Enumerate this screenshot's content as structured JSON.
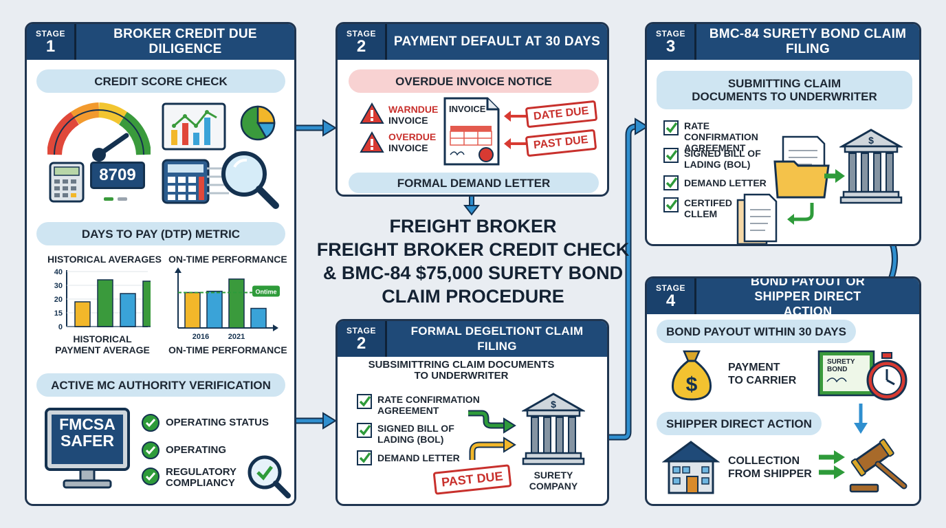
{
  "title": {
    "line1": "FREIGHT BROKER",
    "line2": "FREIGHT BROKER CREDIT CHECK",
    "line3": "& BMC-84 $75,000 SURETY BOND",
    "line4": "CLAIM PROCEDURE"
  },
  "colors": {
    "navy": "#1f4a78",
    "pill_blue": "#cfe5f2",
    "pill_red": "#f8d2d2",
    "stamp_red": "#c8302c",
    "check_green": "#2e9b3a",
    "arrow_blue": "#2f8fcf"
  },
  "panel1": {
    "stage_word": "STAGE",
    "stage_num": "1",
    "title": "BROKER CREDIT DUE DILIGENCE",
    "pill_credit": "CREDIT SCORE CHECK",
    "score": "8709",
    "pill_dtp": "DAYS TO PAY (DTP) METRIC",
    "hist_title": "HISTORICAL AVERAGES",
    "ontime_title": "ON-TIME PERFORMANCE",
    "hist_caption1": "HISTORICAL",
    "hist_caption2": "PAYMENT AVERAGE",
    "ontime_caption": "ON-TIME PERFORMANCE",
    "ontime_tag": "Ontime",
    "pill_mc": "ACTIVE MC AUTHORITY VERIFICATION",
    "fmcsa1": "FMCSA",
    "fmcsa2": "SAFER",
    "checks": [
      "OPERATING STATUS",
      "OPERATING",
      "REGULATORY COMPLIANCY"
    ]
  },
  "panel2": {
    "stage_word": "STAGE",
    "stage_num": "2",
    "title": "PAYMENT DEFAULT AT 30 DAYS",
    "pill_notice": "OVERDUE INVOICE NOTICE",
    "warn1a": "WARNDUE",
    "warn1b": "INVOICE",
    "warn2a": "OVERDUE",
    "warn2b": "INVOICE",
    "invoice_label": "INVOICE",
    "stamp_date": "DATE DUE",
    "stamp_past": "PAST DUE",
    "pill_demand": "FORMAL DEMAND LETTER"
  },
  "panel3": {
    "stage_word": "STAGE",
    "stage_num": "3",
    "title": "BMC-84 SURETY BOND CLAIM FILING",
    "pill_submit": "SUBMITTING CLAIM DOCUMENTS TO UNDERWRITER",
    "checks": [
      "RATE CONFIRMATION AGREEMENT",
      "SIGNED BILL OF LADING (BOL)",
      "DEMAND LETTER",
      "CERTIFED CLLEM"
    ]
  },
  "panel4": {
    "stage_word": "STAGE",
    "stage_num": "4",
    "title": "BOND PAYOUT OR SHIPPER DIRECT ACTION",
    "pill_payout": "BOND PAYOUT WITHIN 30 DAYS",
    "payment1": "PAYMENT",
    "payment2": "TO CARRIER",
    "bond1": "SURETY",
    "bond2": "BOND",
    "pill_shipper": "SHIPPER DIRECT ACTION",
    "collect1": "COLLECTION",
    "collect2": "FROM SHIPPER"
  },
  "panel5": {
    "stage_word": "STAGE",
    "stage_num": "2",
    "title": "FORMAL DEGELTIONT CLAIM FILING",
    "sub1": "SUBSIMITTRING CLAIM DOCUMENTS",
    "sub2": "TO UNDERWRITER",
    "checks": [
      "RATE CONFIRMATION AGREEMENT",
      "SIGNED BILL OF LADING (BOL)",
      "DEMAND LETTER"
    ],
    "stamp": "PAST DUE",
    "company1": "SURETY",
    "company2": "COMPANY"
  },
  "chart_data": [
    {
      "type": "bar",
      "title": "HISTORICAL AVERAGES",
      "xlabel": "HISTORICAL PAYMENT AVERAGE",
      "ylabel": "",
      "ylim": [
        0,
        40
      ],
      "yticks": [
        "0",
        "15",
        "20",
        "30",
        "40"
      ],
      "values": [
        18,
        34,
        24,
        33
      ],
      "bar_colors": [
        "#f2b72a",
        "#3a9a3c",
        "#3aa3d8",
        "#3a9a3c"
      ]
    },
    {
      "type": "bar",
      "title": "ON-TIME PERFORMANCE",
      "xlabel": "ON-TIME PERFORMANCE",
      "ylabel": "",
      "xtick_labels": [
        "2016",
        "2021"
      ],
      "reference_label": "Ontime",
      "reference_value": 29,
      "values": [
        29,
        30,
        40,
        16
      ],
      "bar_colors": [
        "#f2b72a",
        "#3aa3d8",
        "#3a9a3c",
        "#3aa3d8"
      ]
    }
  ]
}
